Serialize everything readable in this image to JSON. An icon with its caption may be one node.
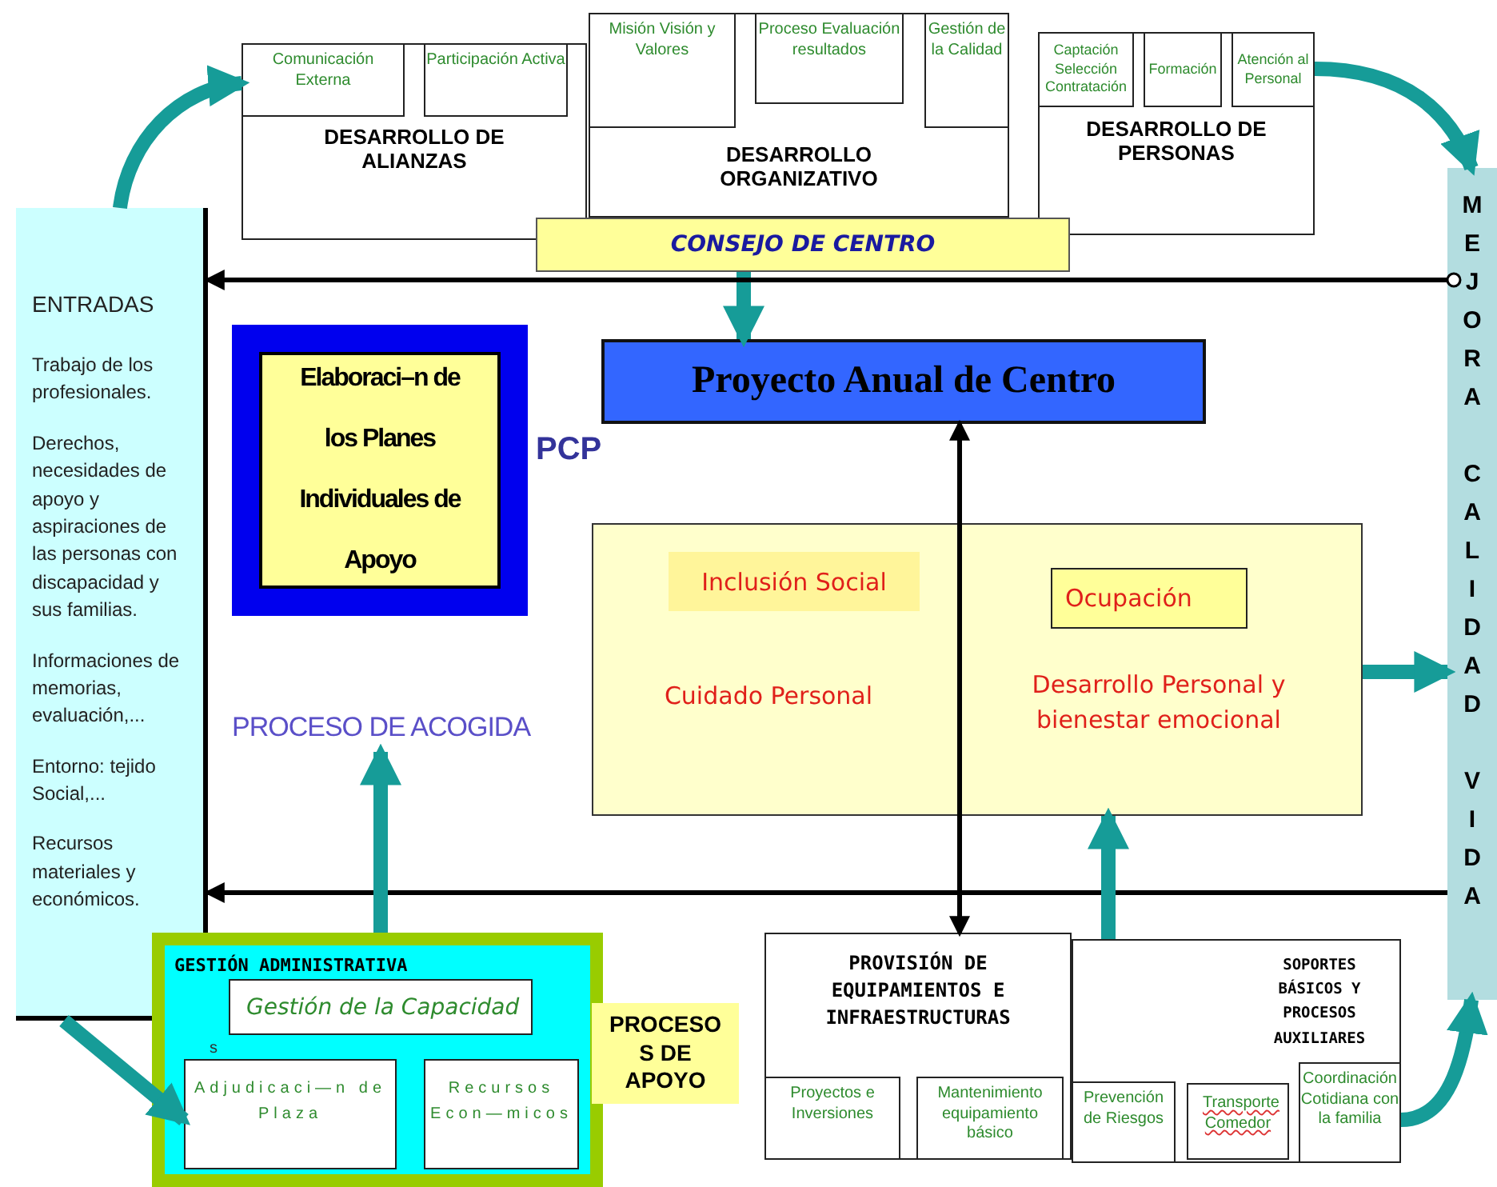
{
  "diagram": {
    "nodes": [
      {
        "text": [
          "DESARROLLO DE ALIANZAS"
        ]
      },
      {
        "text": [
          "Comunicación Externa"
        ],
        "in": 0
      },
      {
        "text": [
          "Participación Activa"
        ],
        "in": 0
      },
      {
        "text": [
          "DESARROLLO ORGANIZATIVO"
        ]
      },
      {
        "text": [
          "Misión Visión y Valores"
        ],
        "in": 3
      },
      {
        "text": [
          "Proceso Evaluación resultados"
        ],
        "in": 3
      },
      {
        "text": [
          "Gestión de la Calidad"
        ],
        "in": 3
      },
      {
        "text": [
          "DESARROLLO DE PERSONAS"
        ]
      },
      {
        "text": [
          "Captación Selección Contratación"
        ],
        "in": 7
      },
      {
        "text": [
          "Formación"
        ],
        "in": 7
      },
      {
        "text": [
          "Atención al Personal"
        ],
        "in": 7
      },
      {
        "text": [
          "CONSEJO DE CENTRO"
        ]
      },
      {
        "text": [
          "ENTRADAS",
          "Trabajo de los profesionales.",
          "Derechos, necesidades de apoyo y aspiraciones de las personas con discapacidad y sus familias.",
          "Informaciones de memorias, evaluación,...",
          "Entorno: tejido Social,...",
          "Recursos materiales y económicos."
        ]
      },
      {
        "text": [
          "MEJORA CALIDAD VIDA"
        ]
      },
      {
        "text": [
          "Elaboraci–n de los Planes Individuales de Apoyo"
        ]
      },
      {
        "text": [
          "Proyecto Anual de Centro"
        ]
      },
      {
        "text": [],
        "shape": "box"
      },
      {
        "text": [
          "Inclusión Social"
        ],
        "in": 16
      },
      {
        "text": [
          "Ocupación"
        ],
        "in": 16
      },
      {
        "text": [
          "PROCESO DE ACOGIDA"
        ]
      },
      {
        "text": [
          "GESTIÓN ADMINISTRATIVA"
        ]
      },
      {
        "text": [
          "Gestión de la Capacidad"
        ],
        "in": 20
      },
      {
        "text": [
          "Adjudicaci—n de Plaza"
        ],
        "in": 20
      },
      {
        "text": [
          "Recursos Econ—micos"
        ],
        "in": 20
      },
      {
        "text": [
          "PROCESO S DE APOYO"
        ]
      },
      {
        "text": [
          "PROVISIÓN DE EQUIPAMIENTOS E INFRAESTRUCTURAS"
        ]
      },
      {
        "text": [
          "Proyectos e Inversiones"
        ],
        "in": 25
      },
      {
        "text": [
          "Mantenimiento equipamiento básico"
        ],
        "in": 25
      },
      {
        "text": [
          "SOPORTES BÁSICOS Y PROCESOS AUXILIARES"
        ]
      },
      {
        "text": [
          "Prevención de Riesgos"
        ],
        "in": 28
      },
      {
        "text": [
          "Transporte Comedor"
        ],
        "in": 28
      },
      {
        "text": [
          "Coordinación Cotidiana con la familia"
        ],
        "in": 28
      }
    ],
    "edges": [
      {
        "from": 12,
        "to": 1,
        "arrow": "to"
      },
      {
        "from": 10,
        "to": 13,
        "arrow": "to"
      },
      {
        "from": 11,
        "to": 15,
        "arrow": "to"
      },
      {
        "from": 13,
        "to": 12,
        "arrow": "to",
        "color": "#000000"
      },
      {
        "from": 13,
        "to": 12,
        "arrow": "to",
        "color": "#000000"
      },
      {
        "from": 15,
        "to": 25,
        "arrow": "both",
        "color": "#000000"
      },
      {
        "from": 28,
        "to": 16,
        "arrow": "to"
      },
      {
        "from": 16,
        "to": 13,
        "arrow": "to"
      },
      {
        "from": 20,
        "to": 19,
        "arrow": "to"
      },
      {
        "from": 12,
        "to": 22,
        "arrow": "to"
      },
      {
        "from": 31,
        "to": 13,
        "arrow": "to"
      }
    ],
    "labels": [
      "PCP",
      "Cuidado Personal",
      "Desarrollo Personal y bienestar emocional",
      "s"
    ]
  }
}
